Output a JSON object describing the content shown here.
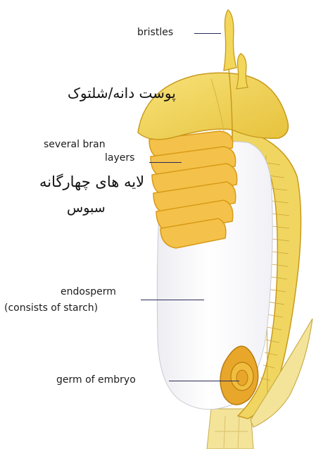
{
  "labels": {
    "bristles": "bristles",
    "bran_line1": "several bran",
    "bran_line2": "layers",
    "endosperm_line1": "endosperm",
    "endosperm_line2": "(consists of starch)",
    "germ": "germ of embryo"
  },
  "persian": {
    "hull": "پوست دانه/شلتوک",
    "bran_line1": "لایه های چهارگانه",
    "bran_line2": "سبوس"
  },
  "colors": {
    "hull_fill": "#f2d75a",
    "hull_stroke": "#c89a1e",
    "bran_fill": "#f4c24a",
    "bran_stroke": "#d99a18",
    "endosperm": "#f8f8fb",
    "germ": "#e8a72a",
    "stem": "#f3e49a",
    "leader": "#2b2b5a"
  }
}
